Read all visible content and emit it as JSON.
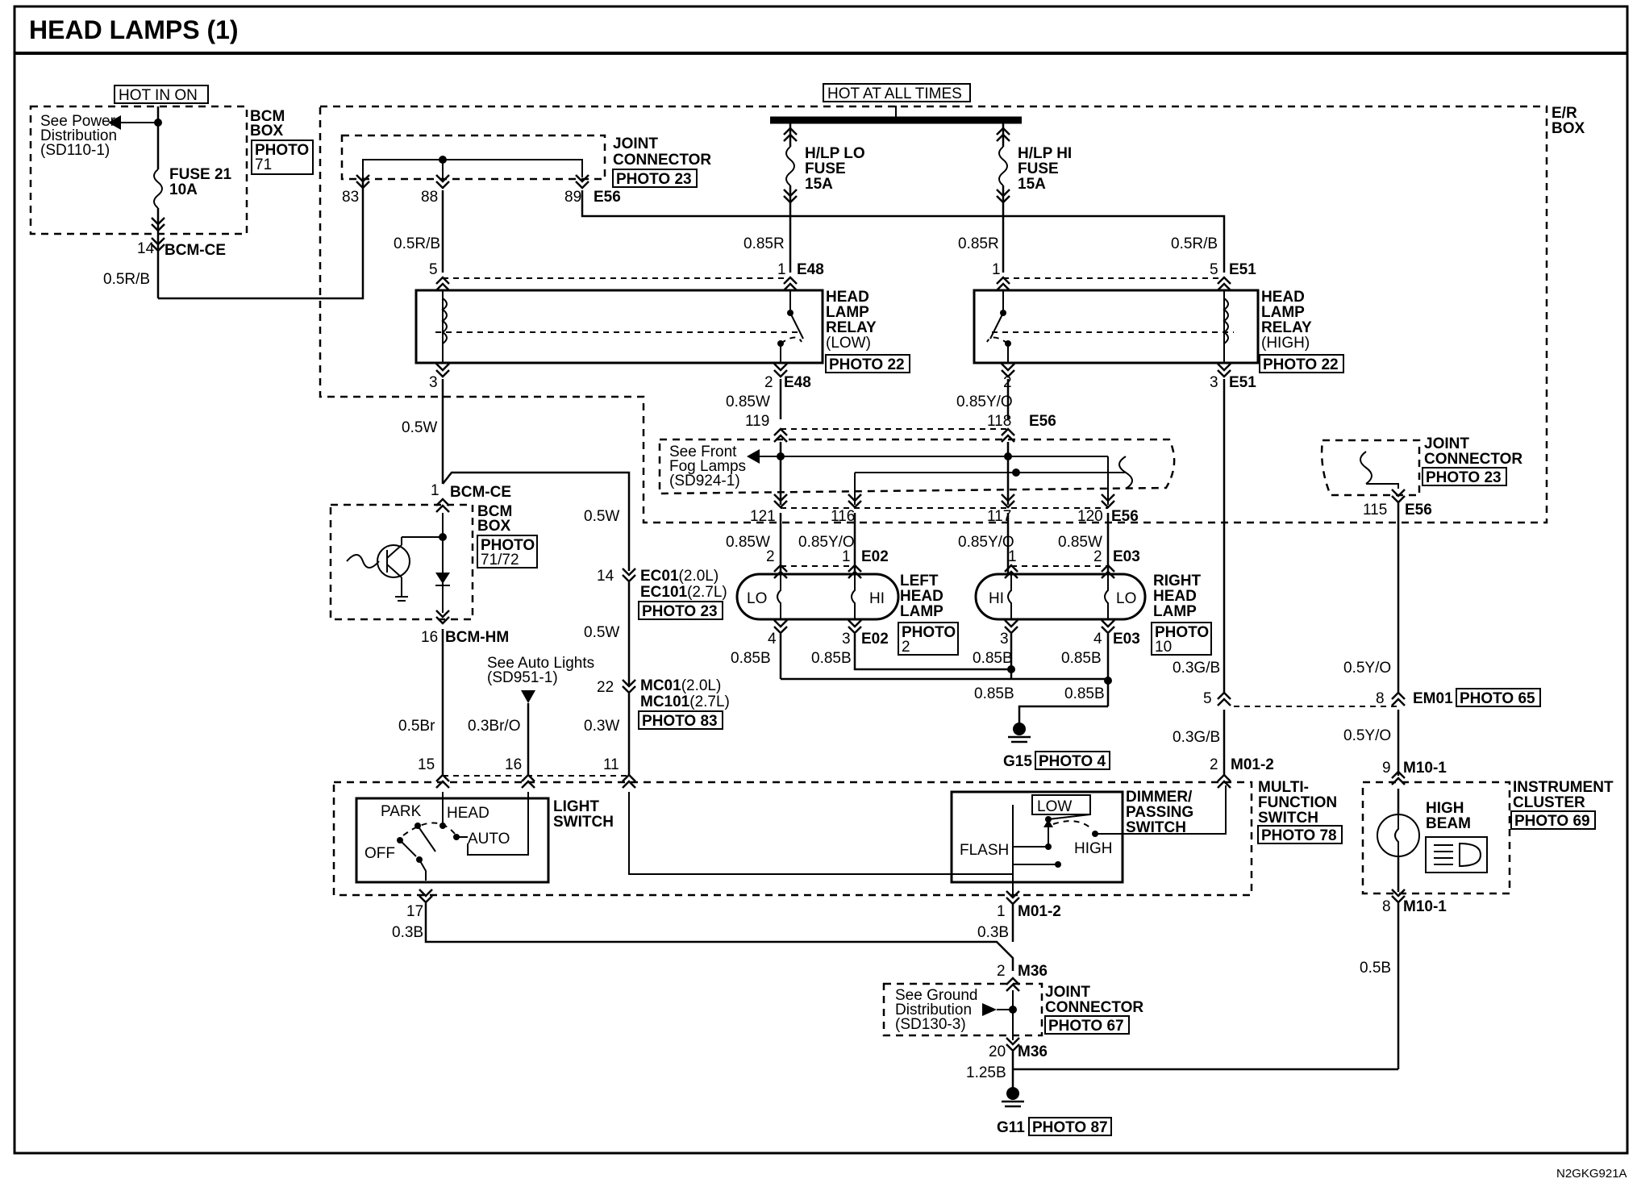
{
  "title": "HEAD LAMPS (1)",
  "code": "N2GKG921A",
  "hot_labels": {
    "on": "HOT IN ON",
    "always": "HOT AT ALL TIMES"
  },
  "bcm_top": {
    "name_l1": "BCM",
    "name_l2": "BOX",
    "photo_l1": "PHOTO",
    "photo_l2": "71",
    "see_l1": "See Power",
    "see_l2": "Distribution",
    "see_l3": "(SD110-1)",
    "fuse_l1": "FUSE 21",
    "fuse_l2": "10A",
    "pin": "14",
    "conn": "BCM-CE",
    "wire": "0.5R/B"
  },
  "joint_top": {
    "l1": "JOINT",
    "l2": "CONNECTOR",
    "photo": "PHOTO 23",
    "p83": "83",
    "p88": "88",
    "p89": "89",
    "conn": "E56"
  },
  "er_box": {
    "l1": "E/R",
    "l2": "BOX"
  },
  "fuse_lo": {
    "l1": "H/LP LO",
    "l2": "FUSE",
    "l3": "15A",
    "wire": "0.85R"
  },
  "fuse_hi": {
    "l1": "H/LP HI",
    "l2": "FUSE",
    "l3": "15A",
    "wire": "0.85R"
  },
  "relay_low": {
    "l1": "HEAD",
    "l2": "LAMP",
    "l3": "RELAY",
    "l4": "(LOW)",
    "photo": "PHOTO 22",
    "w5": "0.5R/B",
    "p5": "5",
    "p1": "1",
    "c1": "E48",
    "p3": "3",
    "p2": "2",
    "c2": "E48",
    "wout": "0.85W"
  },
  "relay_high": {
    "l1": "HEAD",
    "l2": "LAMP",
    "l3": "RELAY",
    "l4": "(HIGH)",
    "photo": "PHOTO 22",
    "w5": "0.5R/B",
    "p5": "5",
    "p1": "1",
    "c1": "E51",
    "p3": "3",
    "p2": "2",
    "c2": "E51",
    "wout": "0.85Y/O"
  },
  "e56_mid": {
    "p119": "119",
    "p118": "118",
    "conn": "E56",
    "see_l1": "See Front",
    "see_l2": "Fog Lamps",
    "see_l3": "(SD924-1)",
    "p121": "121",
    "p116": "116",
    "p117": "117",
    "p120": "120",
    "conn2": "E56"
  },
  "left_lamp": {
    "l1": "LEFT",
    "l2": "HEAD",
    "l3": "LAMP",
    "photo_l1": "PHOTO",
    "photo_l2": "2",
    "lo": "LO",
    "hi": "HI",
    "w_a": "0.85W",
    "w_b": "0.85Y/O",
    "p2": "2",
    "p1": "1",
    "c": "E02",
    "p4": "4",
    "p3": "3",
    "c2": "E02",
    "g4": "0.85B",
    "g3": "0.85B"
  },
  "right_lamp": {
    "l1": "RIGHT",
    "l2": "HEAD",
    "l3": "LAMP",
    "photo_l1": "PHOTO",
    "photo_l2": "10",
    "lo": "LO",
    "hi": "HI",
    "w_a": "0.85Y/O",
    "w_b": "0.85W",
    "p1": "1",
    "p2": "2",
    "c": "E03",
    "p3": "3",
    "p4": "4",
    "c2": "E03",
    "g3": "0.85B",
    "g4": "0.85B"
  },
  "g15": {
    "w1": "0.85B",
    "w2": "0.85B",
    "name": "G15",
    "photo": "PHOTO 4"
  },
  "bcm_mid": {
    "w": "0.5W",
    "p1": "1",
    "conn": "BCM-CE",
    "name_l1": "BCM",
    "name_l2": "BOX",
    "photo_l1": "PHOTO",
    "photo_l2": "71/72",
    "p16": "16",
    "conn2": "BCM-HM"
  },
  "ec01": {
    "w1": "0.5W",
    "p14": "14",
    "l1": "EC01",
    "l1s": "(2.0L)",
    "l2": "EC101",
    "l2s": "(2.7L)",
    "photo": "PHOTO 23",
    "w2": "0.5W",
    "p22": "22",
    "m1": "MC01",
    "m1s": "(2.0L)",
    "m2": "MC101",
    "m2s": "(2.7L)",
    "photo2": "PHOTO 83",
    "w3": "0.3W"
  },
  "auto_lights": {
    "l1": "See Auto Lights",
    "l2": "(SD951-1)"
  },
  "light_switch": {
    "w15": "0.5Br",
    "w16": "0.3Br/O",
    "p15": "15",
    "p16": "16",
    "p11": "11",
    "name_l1": "LIGHT",
    "name_l2": "SWITCH",
    "park": "PARK",
    "head": "HEAD",
    "off": "OFF",
    "auto": "AUTO",
    "p17": "17",
    "w17": "0.3B"
  },
  "dimmer": {
    "l1": "DIMMER/",
    "l2": "PASSING",
    "l3": "SWITCH",
    "low": "LOW",
    "flash": "FLASH",
    "high": "HIGH"
  },
  "mfs": {
    "l1": "MULTI-",
    "l2": "FUNCTION",
    "l3": "SWITCH",
    "photo": "PHOTO 78",
    "p2": "2",
    "c2": "M01-2",
    "p1": "1",
    "c1": "M01-2",
    "w1": "0.3B",
    "wgb1": "0.3G/B",
    "p5": "5",
    "wgb2": "0.3G/B"
  },
  "joint_right": {
    "l1": "JOINT",
    "l2": "CONNECTOR",
    "photo": "PHOTO 23",
    "p115": "115",
    "conn": "E56",
    "w1": "0.5Y/O",
    "p8": "8",
    "em01": "EM01",
    "photo2": "PHOTO 65",
    "w2": "0.5Y/O",
    "p9": "9",
    "m10": "M10-1"
  },
  "cluster": {
    "l1": "INSTRUMENT",
    "l2": "CLUSTER",
    "photo": "PHOTO 69",
    "hb1": "HIGH",
    "hb2": "BEAM",
    "p8": "8",
    "m10": "M10-1",
    "w": "0.5B"
  },
  "joint_bottom": {
    "p2": "2",
    "c": "M36",
    "l1": "JOINT",
    "l2": "CONNECTOR",
    "photo": "PHOTO 67",
    "see_l1": "See Ground",
    "see_l2": "Distribution",
    "see_l3": "(SD130-3)",
    "p20": "20",
    "c2": "M36",
    "w": "1.25B"
  },
  "g11": {
    "name": "G11",
    "photo": "PHOTO 87"
  }
}
